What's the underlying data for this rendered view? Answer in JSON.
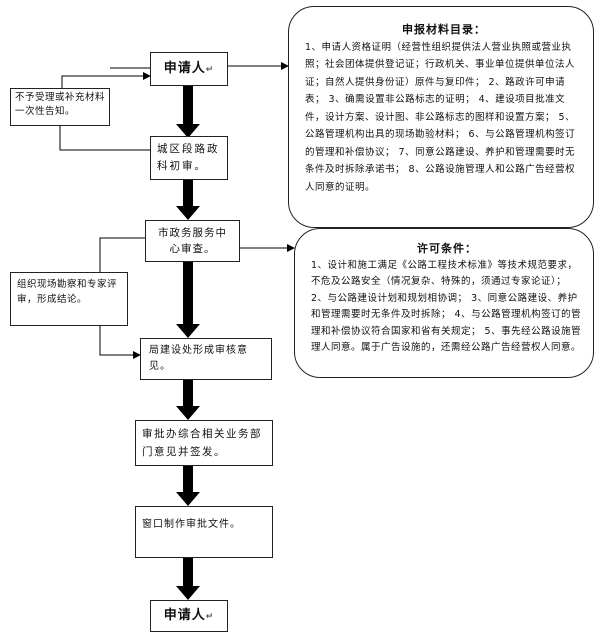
{
  "applicant_top": "申请人",
  "applicant_bottom": "申请人",
  "materials": {
    "title": "申报材料目录：",
    "items": [
      "1、申请人资格证明（经营性组织提供法人营业执照或营业执照；社会团体提供登记证；行政机关、事业单位提供单位法人证；自然人提供身份证）原件与复印件；",
      "2、路政许可申请表；",
      "3、确需设置非公路标志的证明；",
      "4、建设项目批准文件，设计方案、设计图、非公路标志的图样和设置方案；",
      "5、公路管理机构出具的现场勘验材料；",
      "6、与公路管理机构签订的管理和补偿协议；",
      "7、同意公路建设、养护和管理需要时无条件及时拆除承诺书；",
      "8、公路设施管理人和公路广告经营权人同意的证明。"
    ]
  },
  "reject_note": "不予受理或补充材料一次性告知。",
  "county_review": "城区段路政科初审。",
  "gov_service": "市政务服务中心审查。",
  "conditions": {
    "title": "许可条件：",
    "items": [
      "1、设计和施工满足《公路工程技术标准》等技术规范要求，不危及公路安全（情况复杂、特殊的，须通过专家论证）；",
      "2、与公路建设计划和规划相协调；",
      "3、同意公路建设、养护和管理需要时无条件及时拆除；",
      "4、与公路管理机构签订的管理和补偿协议符合国家和省有关规定；",
      "5、事先经公路设施管理人同意。属于广告设施的，还需经公路广告经营权人同意。"
    ]
  },
  "field_survey": "组织现场勘察和专家评审，形成结论。",
  "bureau_opinion": "局建设处形成审核意见。",
  "joint_approval": "审批办综合相关业务部门意见并签发。",
  "window_issue": "窗口制作审批文件。"
}
